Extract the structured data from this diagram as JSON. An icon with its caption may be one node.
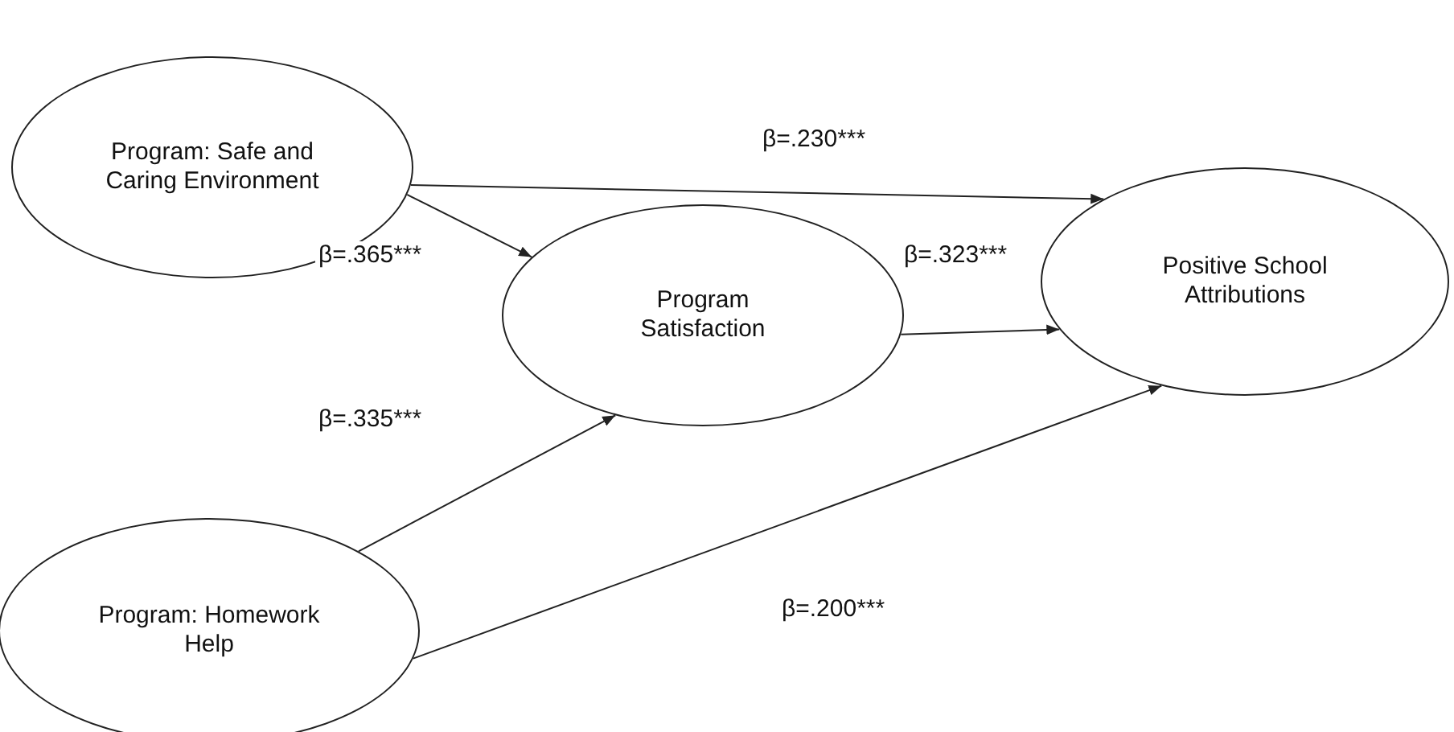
{
  "diagram": {
    "nodes": [
      {
        "text": [
          "Program: Safe and Caring Environment"
        ]
      },
      {
        "text": [
          "Program Satisfaction"
        ]
      },
      {
        "text": [
          "Positive School Attributions"
        ]
      },
      {
        "text": [
          "Program: Homework Help"
        ]
      }
    ],
    "edges": [
      {
        "from": 0,
        "to": 2,
        "arrow": "to",
        "label": "β=.230***"
      },
      {
        "from": 0,
        "to": 1,
        "arrow": "to",
        "label": "β=.365***"
      },
      {
        "from": 1,
        "to": 2,
        "arrow": "to",
        "label": "β=.323***"
      },
      {
        "from": 3,
        "to": 1,
        "arrow": "to",
        "label": "β=.335***"
      },
      {
        "from": 3,
        "to": 2,
        "arrow": "to",
        "label": "β=.200***"
      }
    ]
  }
}
